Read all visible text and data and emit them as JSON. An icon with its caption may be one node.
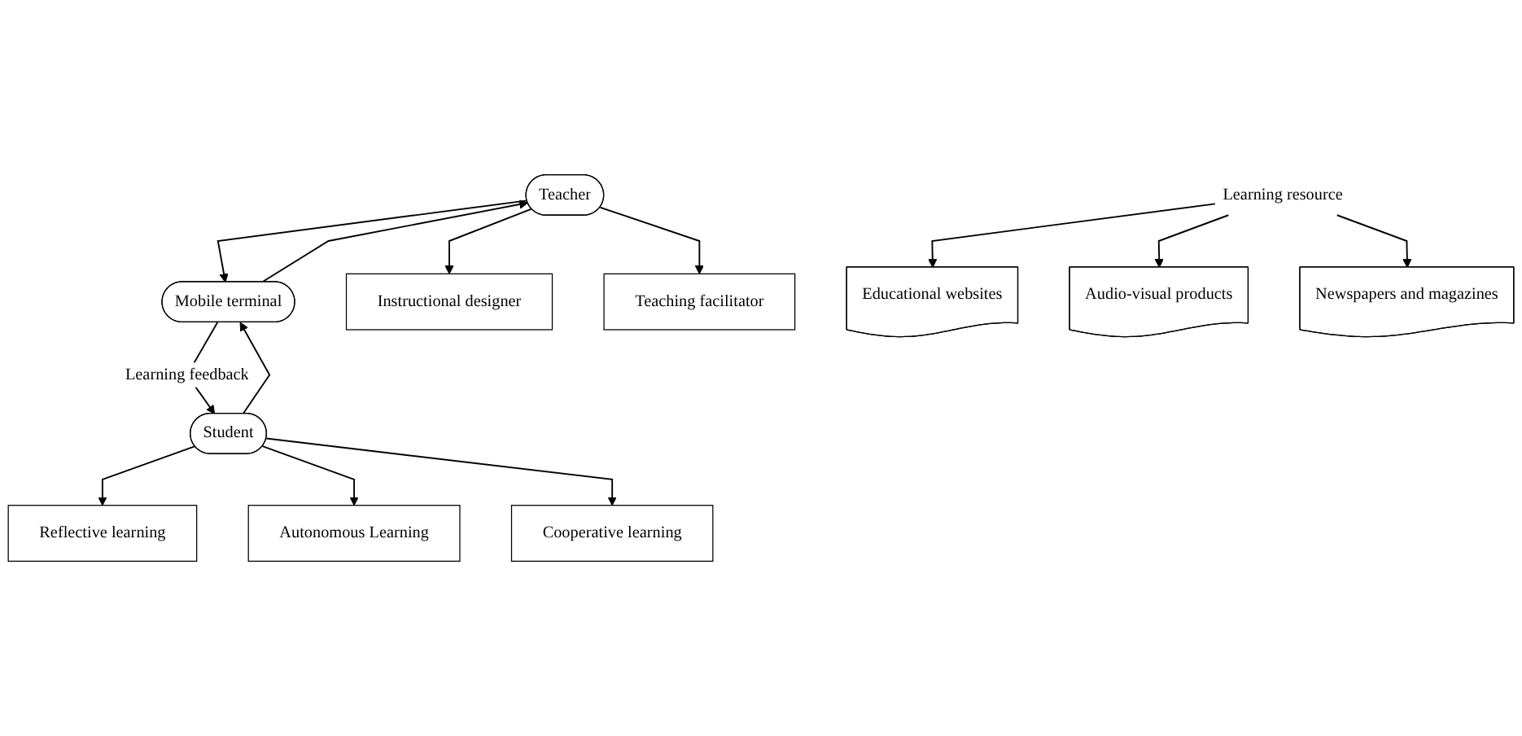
{
  "diagram": {
    "nodes": [
      {
        "text": [
          "Teacher"
        ]
      },
      {
        "text": [
          "Mobile terminal"
        ]
      },
      {
        "text": [
          "Student"
        ]
      },
      {
        "text": [
          "Learning resource"
        ]
      },
      {
        "text": [
          "Instructional designer"
        ]
      },
      {
        "text": [
          "Teaching facilitator"
        ]
      },
      {
        "text": [
          "Educational websites"
        ]
      },
      {
        "text": [
          "Audio-visual products"
        ]
      },
      {
        "text": [
          "Newspapers and magazines"
        ]
      },
      {
        "text": [
          "Reflective learning"
        ]
      },
      {
        "text": [
          "Autonomous Learning"
        ]
      },
      {
        "text": [
          "Cooperative learning"
        ]
      }
    ],
    "edges": [
      {
        "from": 0,
        "to": 1,
        "arrow": "to"
      },
      {
        "from": 1,
        "to": 0,
        "arrow": "to"
      },
      {
        "from": 1,
        "to": 2,
        "arrow": "to",
        "label": "Learning feedback"
      },
      {
        "from": 2,
        "to": 1,
        "arrow": "to"
      },
      {
        "from": 0,
        "to": 4,
        "arrow": "to"
      },
      {
        "from": 0,
        "to": 5,
        "arrow": "to"
      },
      {
        "from": 3,
        "to": 6,
        "arrow": "to"
      },
      {
        "from": 3,
        "to": 7,
        "arrow": "to"
      },
      {
        "from": 3,
        "to": 8,
        "arrow": "to"
      },
      {
        "from": 2,
        "to": 9,
        "arrow": "to"
      },
      {
        "from": 2,
        "to": 10,
        "arrow": "to"
      },
      {
        "from": 2,
        "to": 11,
        "arrow": "to"
      }
    ]
  }
}
